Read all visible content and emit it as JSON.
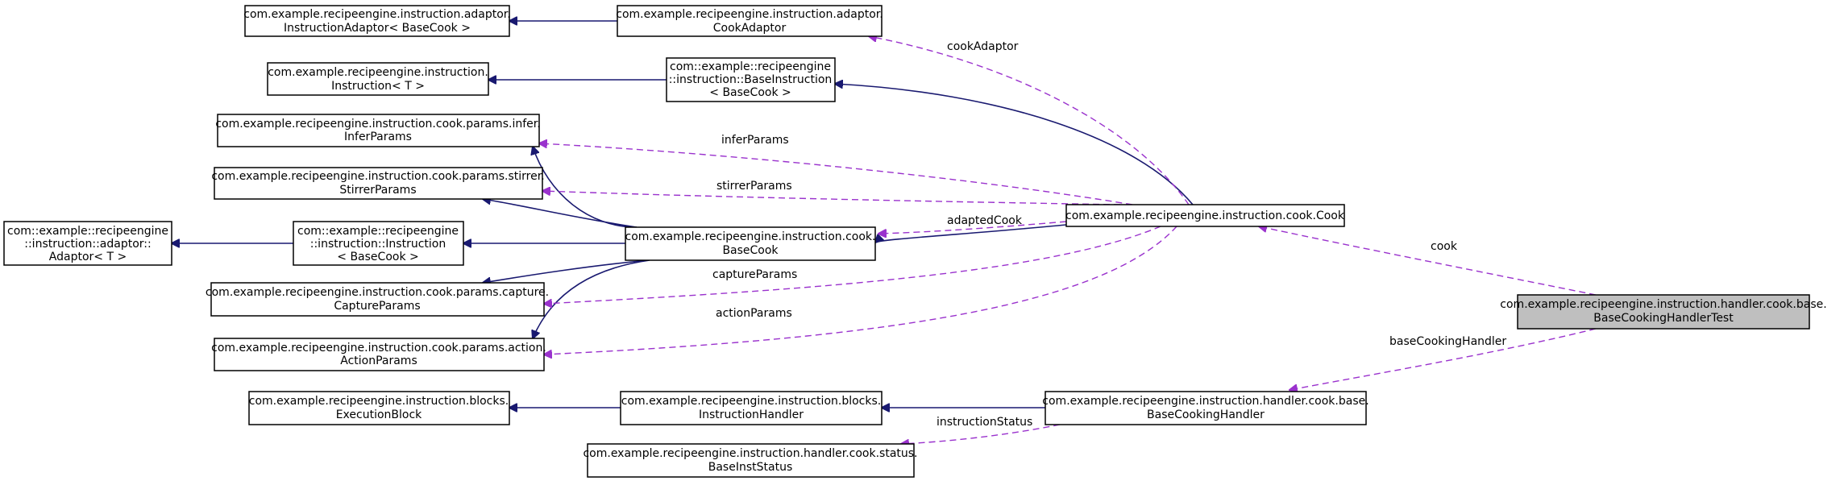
{
  "nodes": {
    "instruction_adaptor": [
      "com.example.recipeengine.instruction.adaptor.",
      "InstructionAdaptor< BaseCook >"
    ],
    "cook_adaptor": [
      "com.example.recipeengine.instruction.adaptor.",
      "CookAdaptor"
    ],
    "instruction_t": [
      "com.example.recipeengine.instruction.",
      "Instruction< T >"
    ],
    "base_instruction": [
      "com::example::recipeengine",
      "::instruction::BaseInstruction",
      "< BaseCook >"
    ],
    "infer_params": [
      "com.example.recipeengine.instruction.cook.params.infer.",
      "InferParams"
    ],
    "stirrer_params": [
      "com.example.recipeengine.instruction.cook.params.stirrer.",
      "StirrerParams"
    ],
    "adaptor_t": [
      "com::example::recipeengine",
      "::instruction::adaptor::",
      "Adaptor< T >"
    ],
    "instruction_basecook": [
      "com::example::recipeengine",
      "::instruction::Instruction",
      "< BaseCook >"
    ],
    "base_cook": [
      "com.example.recipeengine.instruction.cook.",
      "BaseCook"
    ],
    "cook": [
      "com.example.recipeengine.instruction.cook.Cook"
    ],
    "capture_params": [
      "com.example.recipeengine.instruction.cook.params.capture.",
      "CaptureParams"
    ],
    "action_params": [
      "com.example.recipeengine.instruction.cook.params.action.",
      "ActionParams"
    ],
    "handler_test": [
      "com.example.recipeengine.instruction.handler.cook.base.",
      "BaseCookingHandlerTest"
    ],
    "execution_block": [
      "com.example.recipeengine.instruction.blocks.",
      "ExecutionBlock"
    ],
    "instruction_handler": [
      "com.example.recipeengine.instruction.blocks.",
      "InstructionHandler"
    ],
    "base_cooking_handler": [
      "com.example.recipeengine.instruction.handler.cook.base.",
      "BaseCookingHandler"
    ],
    "base_inst_status": [
      "com.example.recipeengine.instruction.handler.cook.status.",
      "BaseInstStatus"
    ]
  },
  "edge_labels": {
    "cook_adaptor": "cookAdaptor",
    "infer_params": "inferParams",
    "stirrer_params": "stirrerParams",
    "adapted_cook": "adaptedCook",
    "capture_params": "captureParams",
    "action_params": "actionParams",
    "cook": "cook",
    "base_cooking_handler": "baseCookingHandler",
    "instruction_status": "instructionStatus"
  },
  "colors": {
    "inheritance_edge": "#191970",
    "usage_edge": "#9a32cd",
    "highlight_node": "#bfbfbf"
  }
}
